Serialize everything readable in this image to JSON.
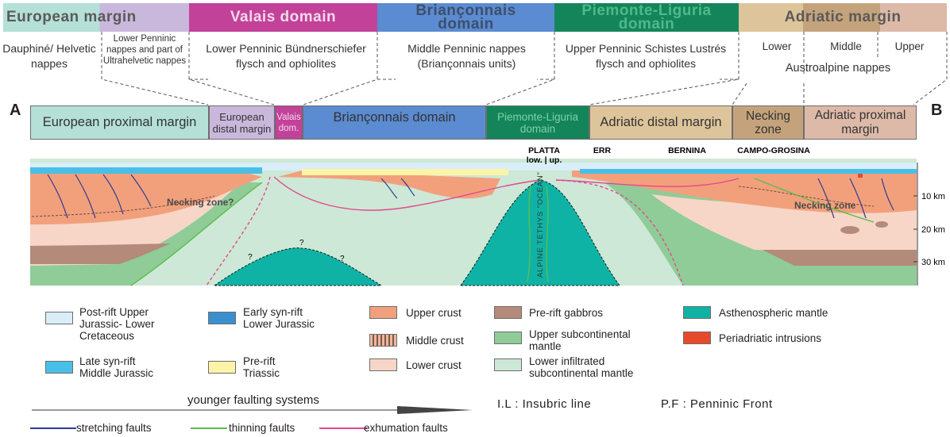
{
  "colors": {
    "european_margin": "#b4e0d8",
    "lower_penninic": "#c9b8dc",
    "valais": "#c2429a",
    "brianconnais": "#5b8bd0",
    "piemonte": "#14855a",
    "adriatic": "#ddc49a",
    "adriatic_dark": "#c4a37c",
    "adriatic_right": "#ddb9a8",
    "post_rift": "#d9eef8",
    "early_syn_rift": "#3a8fcf",
    "late_syn_rift": "#49bfe8",
    "pre_rift_triassic": "#fdf4a8",
    "upper_crust": "#f2a07c",
    "middle_crust": "#efb79c",
    "lower_crust": "#f7d6c7",
    "pre_rift_gabbros": "#b48a7a",
    "upper_subcontinental_mantle": "#8fcc98",
    "lower_infiltrated_mantle": "#cde8d6",
    "asthenospheric_mantle": "#0fb3a6",
    "periadriatic_intrusions": "#e8492b",
    "stretching": "#2e3b8f",
    "thinning": "#5bbd4b",
    "exhumation": "#e4488f"
  },
  "header": {
    "european_margin": "European margin",
    "valais": "Valais domain",
    "brianconnais": "Briançonnais domain",
    "piemonte": "Piemonte-Liguria domain",
    "adriatic": "Adriatic margin"
  },
  "units": {
    "dauphine": "Dauphiné/ Helvetic nappes",
    "lower_penninic_nappes": "Lower Penninic nappes and part of Ultrahelvetic nappes",
    "lower_penninic_bundner": "Lower Penninic Bündnerschiefer flysch and ophiolites",
    "middle_penninic": "Middle Penninic nappes (Briançonnais units)",
    "upper_penninic": "Upper Penninic Schistes Lustrés flysch and ophiolites",
    "lower": "Lower",
    "middle": "Middle",
    "upper": "Upper",
    "austroalpine": "Austroalpine nappes"
  },
  "section": {
    "label_a": "A",
    "label_b": "B",
    "european_proximal": "European proximal margin",
    "european_distal": "European distal margin",
    "valais_dom": "Valais dom.",
    "brianconnais_domain": "Briançonnais domain",
    "piemonte_domain": "Piemonte-Liguria domain",
    "adriatic_distal": "Adriatic distal margin",
    "necking_zone": "Necking zone",
    "adriatic_proximal": "Adriatic proximal margin"
  },
  "profile": {
    "platta": "PLATTA",
    "low_up": "low. | up.",
    "err": "ERR",
    "bernina": "BERNINA",
    "campo": "CAMPO-GROSINA",
    "necking_left": "Necking zone",
    "necking_right": "Necking zone",
    "ocean": "ALPINE TETHYS \"OCEAN\"",
    "q": "?",
    "depth_10": "10 km",
    "depth_20": "20 km",
    "depth_30": "30 km"
  },
  "legend": {
    "post_rift": "Post-rift Upper Jurassic- Lower Cretaceous",
    "late_syn_rift": "Late syn-rift Middle Jurassic",
    "early_syn_rift": "Early syn-rift Lower Jurassic",
    "pre_rift_triassic": "Pre-rift Triassic",
    "upper_crust": "Upper crust",
    "middle_crust": "Middle crust",
    "lower_crust": "Lower crust",
    "pre_rift_gabbros": "Pre-rift gabbros",
    "upper_mantle": "Upper subcontinental mantle",
    "lower_mantle": "Lower infiltrated subcontinental mantle",
    "asthenospheric": "Asthenospheric mantle",
    "periadriatic": "Periadriatic intrusions",
    "younger": "younger faulting systems",
    "insubric": "I.L : Insubric line",
    "penninic_front": "P.F : Penninic Front",
    "stretching": "stretching faults",
    "thinning": "thinning faults",
    "exhumation": "exhumation faults"
  }
}
